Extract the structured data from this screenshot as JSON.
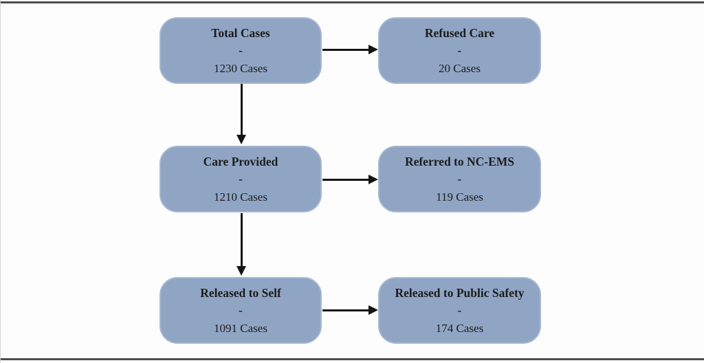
{
  "page": {
    "background": "#fdfdfd",
    "frame_color": "#4c4c4e"
  },
  "flowchart": {
    "type": "flowchart",
    "box_fill_color": "#90a5c4",
    "box_border_color": "#a6b7d0",
    "arrow_color": "#141414",
    "text_color": "#1c1c1c",
    "nodes": [
      {
        "id": "total-cases",
        "title": "Total Cases",
        "separator": "-",
        "value": "1230 Cases"
      },
      {
        "id": "refused-care",
        "title": "Refused Care",
        "separator": "-",
        "value": "20 Cases"
      },
      {
        "id": "care-provided",
        "title": "Care Provided",
        "separator": "-",
        "value": "1210 Cases"
      },
      {
        "id": "referred-nc-ems",
        "title": "Referred to NC-EMS",
        "separator": "-",
        "value": "119 Cases"
      },
      {
        "id": "released-self",
        "title": "Released to Self",
        "separator": "-",
        "value": "1091 Cases"
      },
      {
        "id": "released-public-safety",
        "title": "Released to Public Safety",
        "separator": "-",
        "value": "174 Cases"
      }
    ],
    "edges": [
      {
        "from": "total-cases",
        "to": "refused-care",
        "direction": "right"
      },
      {
        "from": "total-cases",
        "to": "care-provided",
        "direction": "down"
      },
      {
        "from": "care-provided",
        "to": "referred-to-nc-ems",
        "direction": "right"
      },
      {
        "from": "care-provided",
        "to": "released-self",
        "direction": "down"
      },
      {
        "from": "released-self",
        "to": "released-public-safety",
        "direction": "right"
      }
    ]
  }
}
